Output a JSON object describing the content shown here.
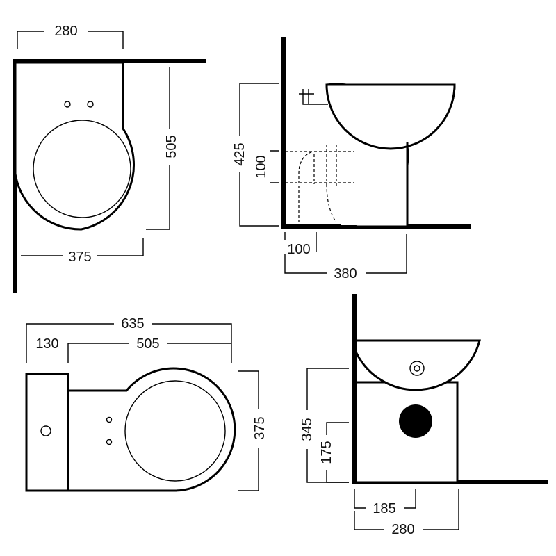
{
  "top_left_view": {
    "width_label": "280",
    "depth_label": "505",
    "overall_label": "375"
  },
  "side_view": {
    "height_label": "425",
    "outlet_height_label": "100",
    "wall_offset_label": "100",
    "projection_label": "380"
  },
  "plan_view": {
    "overall_length_label": "635",
    "cistern_label": "130",
    "bowl_label": "505",
    "width_label": "375"
  },
  "front_view": {
    "height_label": "345",
    "outlet_height_label": "175",
    "outlet_offset_label": "185",
    "width_label": "280"
  }
}
